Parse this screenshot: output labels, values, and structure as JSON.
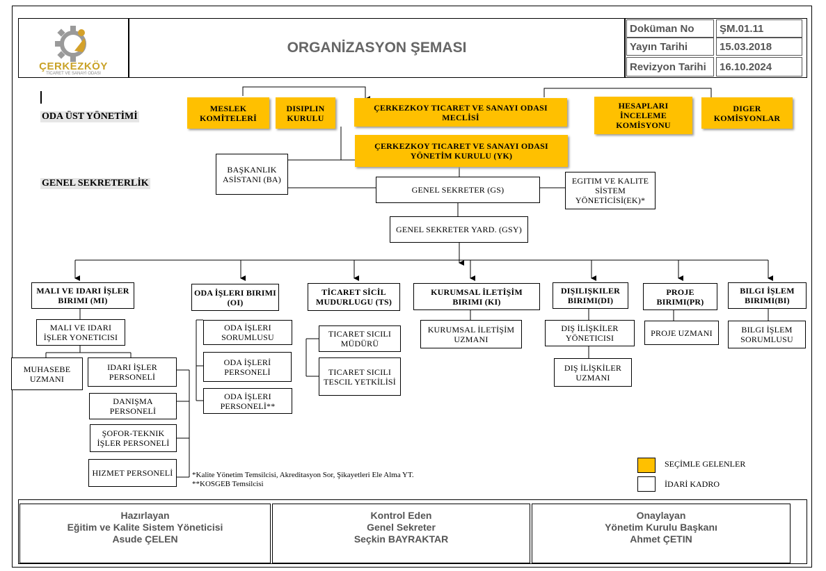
{
  "header": {
    "logo_name": "ÇERKEZKÖY",
    "logo_sub": "TİCARET VE SANAYİ ODASI",
    "title": "ORGANİZASYON ŞEMASI",
    "meta": [
      {
        "label": "Doküman No",
        "value": "ŞM.01.11"
      },
      {
        "label": "Yayın Tarihi",
        "value": "15.03.2018"
      },
      {
        "label": "Revizyon Tarihi",
        "value": "16.10.2024"
      }
    ]
  },
  "levels": {
    "top": "ODA ÜST YÖNETİMİ",
    "gs": "GENEL SEKRETERLİK"
  },
  "colors": {
    "elected": "#FFC000",
    "admin": "#FFFFFF"
  },
  "boxes": {
    "meslek": "MESLEK KOMİTELERİ",
    "disiplin": "DISIPLIN KURULU",
    "meclis": "ÇERKEZKOY TICARET VE SANAYI ODASI MECLİSİ",
    "hesap": "HESAPLARI İNCELEME KOMİSYONU",
    "diger": "DIGER KOMİSYONLAR",
    "yk": "ÇERKEZKOY TICARET VE SANAYI ODASI YÖNETİM KURULU (YK)",
    "ba": "BAŞKANLIK ASİSTANI (BA)",
    "gs": "GENEL SEKRETER (GS)",
    "ek": "EGITIM VE KALITE SİSTEM YÖNETİCİSİ(EK)*",
    "gsy": "GENEL SEKRETER YARD. (GSY)",
    "mi": "MALI VE IDARI İŞLER BIRIMI (MI)",
    "mi_y": "MALI VE IDARI İŞLER YONETICISI",
    "muh": "MUHASEBE UZMANI",
    "idari": "IDARI İŞLER PERSONELİ",
    "danisma": "DANIŞMA PERSONELİ",
    "sofor": "ŞOFOR-TEKNIK İŞLER PERSONELİ",
    "hizmet": "HIZMET PERSONELİ",
    "oi": "ODA İŞLERI BIRIMI (OI)",
    "oi_s": "ODA İŞLERI SORUMLUSU",
    "oi_p1": "ODA İŞLERİ PERSONELİ",
    "oi_p2": "ODA İŞLERI PERSONELİ**",
    "ts": "TİCARET SİCİL MUDURLUGU (TS)",
    "ts_m": "TICARET SICILI MÜDÜRÜ",
    "ts_y": "TICARET SICILI TESCIL YETKİLİSİ",
    "ki": "KURUMSAL İLETİŞİM BIRIMI (KI)",
    "ki_u": "KURUMSAL İLETİŞİM UZMANI",
    "di": "DIŞILIŞKILER BIRIMI(DI)",
    "di_y": "DIŞ İLİŞKİLER YÖNETICISI",
    "di_u": "DIŞ İLİŞKİLER UZMANI",
    "pr": "PROJE BIRIMI(PR)",
    "pr_u": "PROJE UZMANI",
    "bi": "BILGI İŞLEM BIRIMI(BI)",
    "bi_s": "BILGI İŞLEM SORUMLUSU"
  },
  "notes": {
    "n1": "*Kalite Yönetim Temsilcisi, Akreditasyon Sor, Şikayetleri Ele Alma YT.",
    "n2": "**KOSGEB Temsilcisi"
  },
  "legend": {
    "elected": "SEÇİMLE GELENLER",
    "admin": "İDARİ KADRO"
  },
  "footer": [
    {
      "role": "Hazırlayan",
      "title": "Eğitim ve Kalite Sistem Yöneticisi",
      "name": "Asude ÇELEN"
    },
    {
      "role": "Kontrol Eden",
      "title": "Genel Sekreter",
      "name": "Seçkin BAYRAKTAR"
    },
    {
      "role": "Onaylayan",
      "title": "Yönetim Kurulu Başkanı",
      "name": "Ahmet ÇETIN"
    }
  ]
}
